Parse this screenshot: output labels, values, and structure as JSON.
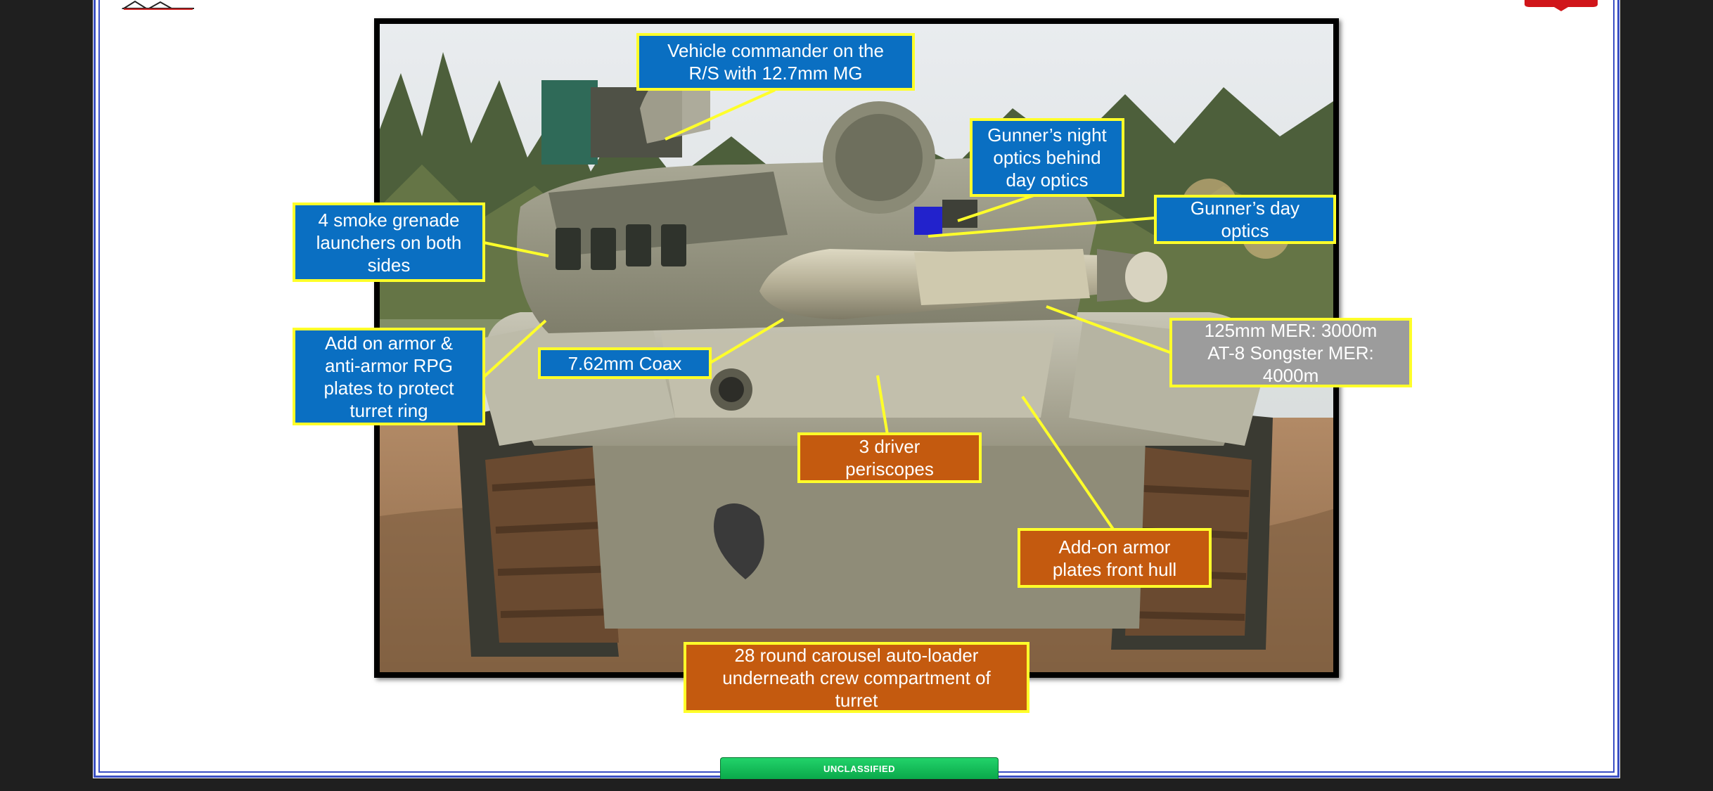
{
  "callouts": {
    "commander": "Vehicle commander on the\nR/S with 12.7mm MG",
    "night_optics": "Gunner’s night\noptics behind\nday optics",
    "day_optics": "Gunner’s day\noptics",
    "smoke": "4 smoke grenade\nlaunchers on both\nsides",
    "add_on_armor_turret": "Add on armor &\nanti-armor RPG\nplates to protect\nturret ring",
    "coax": "7.62mm Coax",
    "main_gun": "125mm MER: 3000m\nAT-8 Songster MER:\n4000m",
    "periscopes": "3 driver\nperiscopes",
    "hull_armor": "Add-on armor\nplates front hull",
    "autoloader": "28 round carousel auto-loader\nunderneath crew compartment of\nturret"
  },
  "banner": {
    "label": "UNCLASSIFIED"
  },
  "colors": {
    "blue_box": "#0a6fc2",
    "orange_box": "#c45a0f",
    "gray_box": "#9c9c9c",
    "box_border": "#ffff2a",
    "banner_green": "#0aa84a",
    "slide_border": "#3a4fc4"
  }
}
